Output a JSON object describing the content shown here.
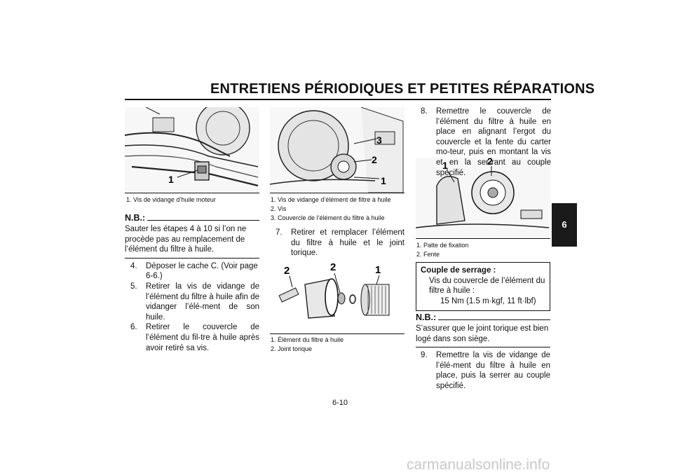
{
  "header": {
    "title": "ENTRETIENS PÉRIODIQUES ET PETITES RÉPARATIONS"
  },
  "chapter_tab": "6",
  "figures": {
    "fig1": {
      "callouts": [
        "1"
      ],
      "captions": [
        "1. Vis de vidange d’huile moteur"
      ]
    },
    "fig2": {
      "callouts": [
        "3",
        "2",
        "1"
      ],
      "captions": [
        "1. Vis de vidange d’élément de filtre à huile",
        "2. Vis",
        "3. Couvercle de l’élément du filtre à huile"
      ]
    },
    "fig3": {
      "callouts": [
        "2",
        "2",
        "1"
      ],
      "captions": [
        "1. Élément du filtre à huile",
        "2. Joint torique"
      ]
    },
    "fig4": {
      "callouts": [
        "1",
        "2"
      ],
      "captions": [
        "1. Patte de fixation",
        "2. Fente"
      ]
    }
  },
  "col1": {
    "nb_label": "N.B.:",
    "nb_text": "Sauter les étapes 4 à 10 si l’on ne procède pas au remplacement de l’élément du filtre à huile.",
    "steps": [
      {
        "num": "4.",
        "text": "Déposer le cache C. (Voir page 6-6.)"
      },
      {
        "num": "5.",
        "text": "Retirer la vis de vidange de l’élément du filtre à huile afin de vidanger l’élé-ment de son huile."
      },
      {
        "num": "6.",
        "text": "Retirer le couvercle de l’élément du fil-tre à huile après avoir retiré sa vis."
      }
    ]
  },
  "col2": {
    "steps": [
      {
        "num": "7.",
        "text": "Retirer et remplacer l’élément du filtre à huile et le joint torique."
      }
    ]
  },
  "col3": {
    "steps": [
      {
        "num": "8.",
        "text": "Remettre le couvercle de l’élément du filtre à huile en place en alignant l’ergot du couvercle et la fente du carter mo-teur, puis en montant la vis et en la ser-rant au couple spécifié."
      },
      {
        "num": "9.",
        "text": "Remettre la vis de vidange de l’élé-ment du filtre à huile en place, puis la serrer au couple spécifié."
      }
    ],
    "torque": {
      "heading": "Couple de serrage :",
      "line1": "Vis du couvercle de l’élément du filtre à huile :",
      "value": "15 Nm (1.5 m·kgf, 11 ft·lbf)"
    },
    "nb_label": "N.B.:",
    "nb_text": "S’assurer que le joint torique est bien logé dans son siège."
  },
  "footer": {
    "page": "6-10"
  },
  "watermark": "carmanualsonline.info"
}
